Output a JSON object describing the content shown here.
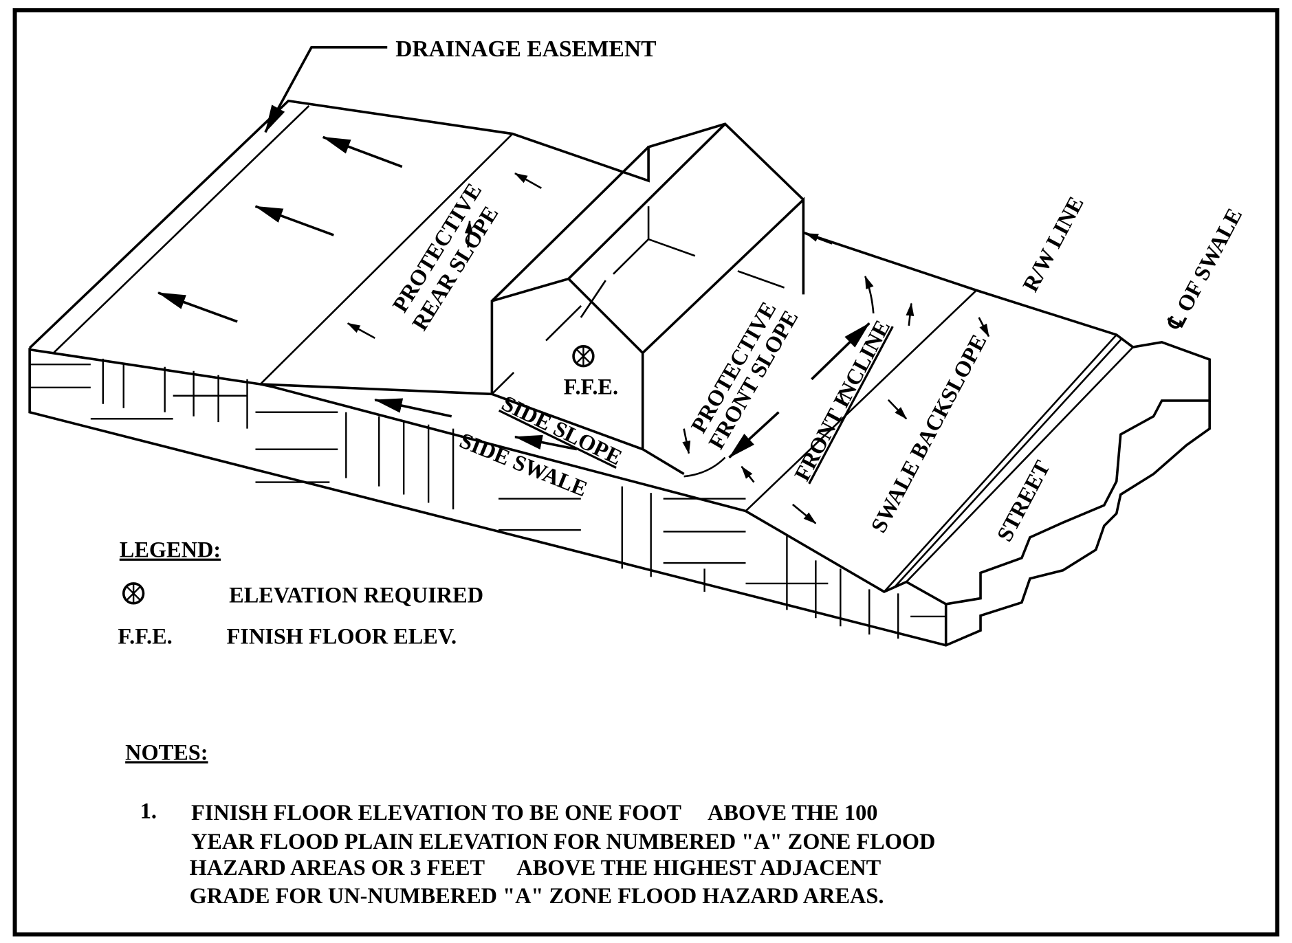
{
  "diagram": {
    "labels": {
      "drainage_easement": "DRAINAGE EASEMENT",
      "protective_rear_1": "PROTECTIVE",
      "protective_rear_2": "REAR SLOPE",
      "ffe_house": "F.F.E.",
      "protective_front_1": "PROTECTIVE",
      "protective_front_2": "FRONT SLOPE",
      "front_incline": "FRONT INCLINE",
      "swale_backslope": "SWALE BACKSLOPE",
      "rw_line": "R/W LINE",
      "cl_of_swale": "℄ OF SWALE",
      "street": "STREET",
      "side_slope": "SIDE SLOPE",
      "side_swale": "SIDE SWALE"
    },
    "icons": {
      "elevation_symbol": "circle-x-icon"
    }
  },
  "legend": {
    "title": "LEGEND:",
    "items": [
      {
        "symbol": "circle-x-icon",
        "text": "ELEVATION REQUIRED"
      },
      {
        "key": "F.F.E.",
        "text": "FINISH FLOOR ELEV."
      }
    ]
  },
  "notes": {
    "title": "NOTES:",
    "items": [
      {
        "number": "1.",
        "lines": [
          "FINISH FLOOR ELEVATION TO BE ONE FOOT     ABOVE THE 100",
          "YEAR FLOOD PLAIN ELEVATION FOR NUMBERED \"A\" ZONE FLOOD",
          "HAZARD AREAS OR 3 FEET      ABOVE THE HIGHEST ADJACENT",
          "GRADE FOR UN-NUMBERED \"A\" ZONE FLOOD HAZARD AREAS."
        ]
      }
    ]
  }
}
